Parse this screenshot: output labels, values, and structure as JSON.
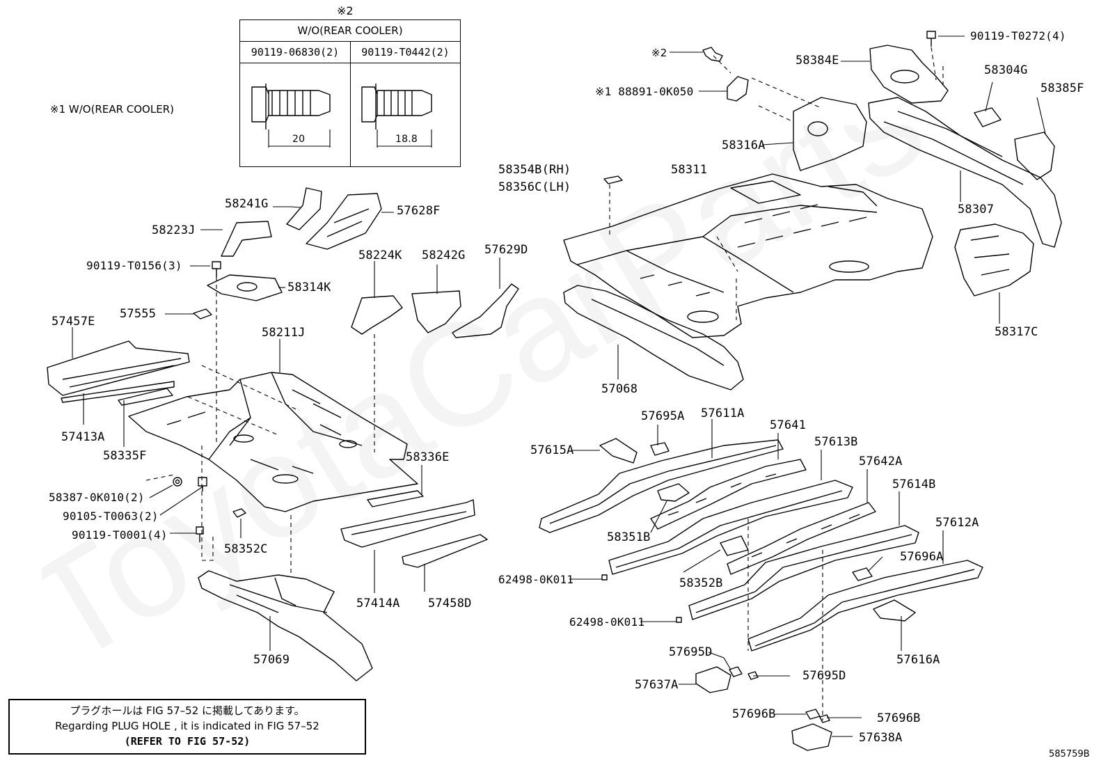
{
  "spec_table": {
    "mark": "※2",
    "title": "W/O(REAR COOLER)",
    "col1": "90119-06830(2)",
    "col2": "90119-T0442(2)",
    "dim1": "20",
    "dim2": "18.8"
  },
  "legend_wo": "※1 W/O(REAR COOLER)",
  "note": {
    "line1": "プラグホールは FIG 57–52 に掲載してあります。",
    "line2": "Regarding  PLUG  HOLE , it is indicated in FIG  57–52",
    "line3": "(REFER TO FIG 57-52)"
  },
  "figure_code": "585759B",
  "watermark": "ToyotaCarParts",
  "labels": {
    "l58241G": "58241G",
    "l57628F": "57628F",
    "l58223J": "58223J",
    "l90119T0156": "90119-T0156(3)",
    "l58314K": "58314K",
    "l58224K": "58224K",
    "l58242G": "58242G",
    "l57629D": "57629D",
    "l57457E": "57457E",
    "l57555": "57555",
    "l58211J": "58211J",
    "l57413A": "57413A",
    "l58335F": "58335F",
    "l58336E": "58336E",
    "l58387": "58387-0K010(2)",
    "l90105": "90105-T0063(2)",
    "l90119T0001": "90119-T0001(4)",
    "l58352C": "58352C",
    "l57414A": "57414A",
    "l57458D": "57458D",
    "l57069": "57069",
    "lmark2": "※2",
    "l88891": "※1 88891-0K050",
    "l58384E": "58384E",
    "l90119T0272": "90119-T0272(4)",
    "l58304G": "58304G",
    "l58385F": "58385F",
    "l58316A": "58316A",
    "l58354B": "58354B(RH)",
    "l58356C": "58356C(LH)",
    "l58311": "58311",
    "l58307": "58307",
    "l58317C": "58317C",
    "l57068": "57068",
    "l57695A": "57695A",
    "l57611A": "57611A",
    "l57615A": "57615A",
    "l57641": "57641",
    "l57613B": "57613B",
    "l57642A": "57642A",
    "l57614B": "57614B",
    "l57612A": "57612A",
    "l58351B": "58351B",
    "l57696A": "57696A",
    "l62498a": "62498-0K011",
    "l58352B": "58352B",
    "l62498b": "62498-0K011",
    "l57616A": "57616A",
    "l57695D1": "57695D",
    "l57695D2": "57695D",
    "l57637A": "57637A",
    "l57696B1": "57696B",
    "l57696B2": "57696B",
    "l57638A": "57638A"
  }
}
